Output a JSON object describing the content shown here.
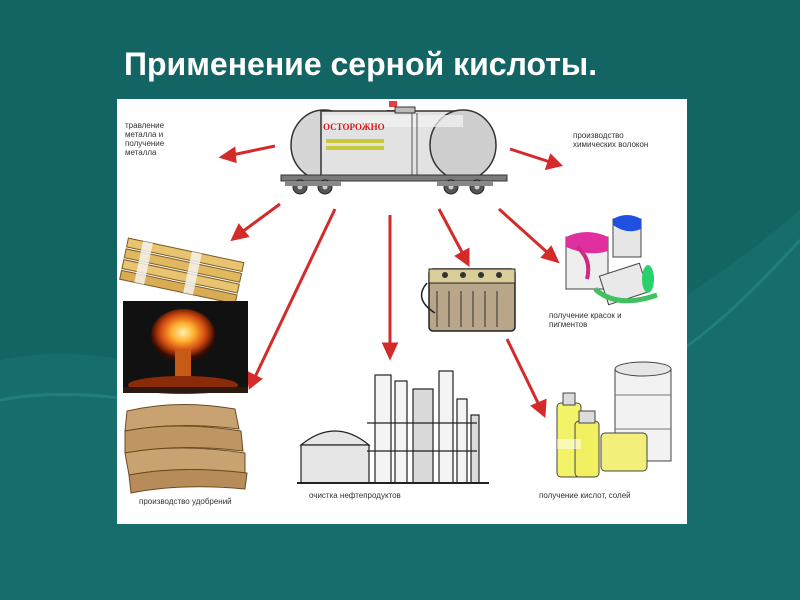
{
  "title": "Применение серной кислоты.",
  "tank": {
    "warning_text": "ОСТОРОЖНО"
  },
  "labels": {
    "metal": [
      "травление",
      "металла и",
      "получение",
      "металла"
    ],
    "fibers": [
      "производство",
      "химических волокон"
    ],
    "paints": [
      "получение красок и",
      "пигментов"
    ],
    "fertilizers": "производство удобрений",
    "oil": "очистка нефтепродуктов",
    "acids": "получение кислот, солей"
  },
  "colors": {
    "background": "#136563",
    "arrow": "#d42a2a",
    "panel": "#ffffff"
  }
}
